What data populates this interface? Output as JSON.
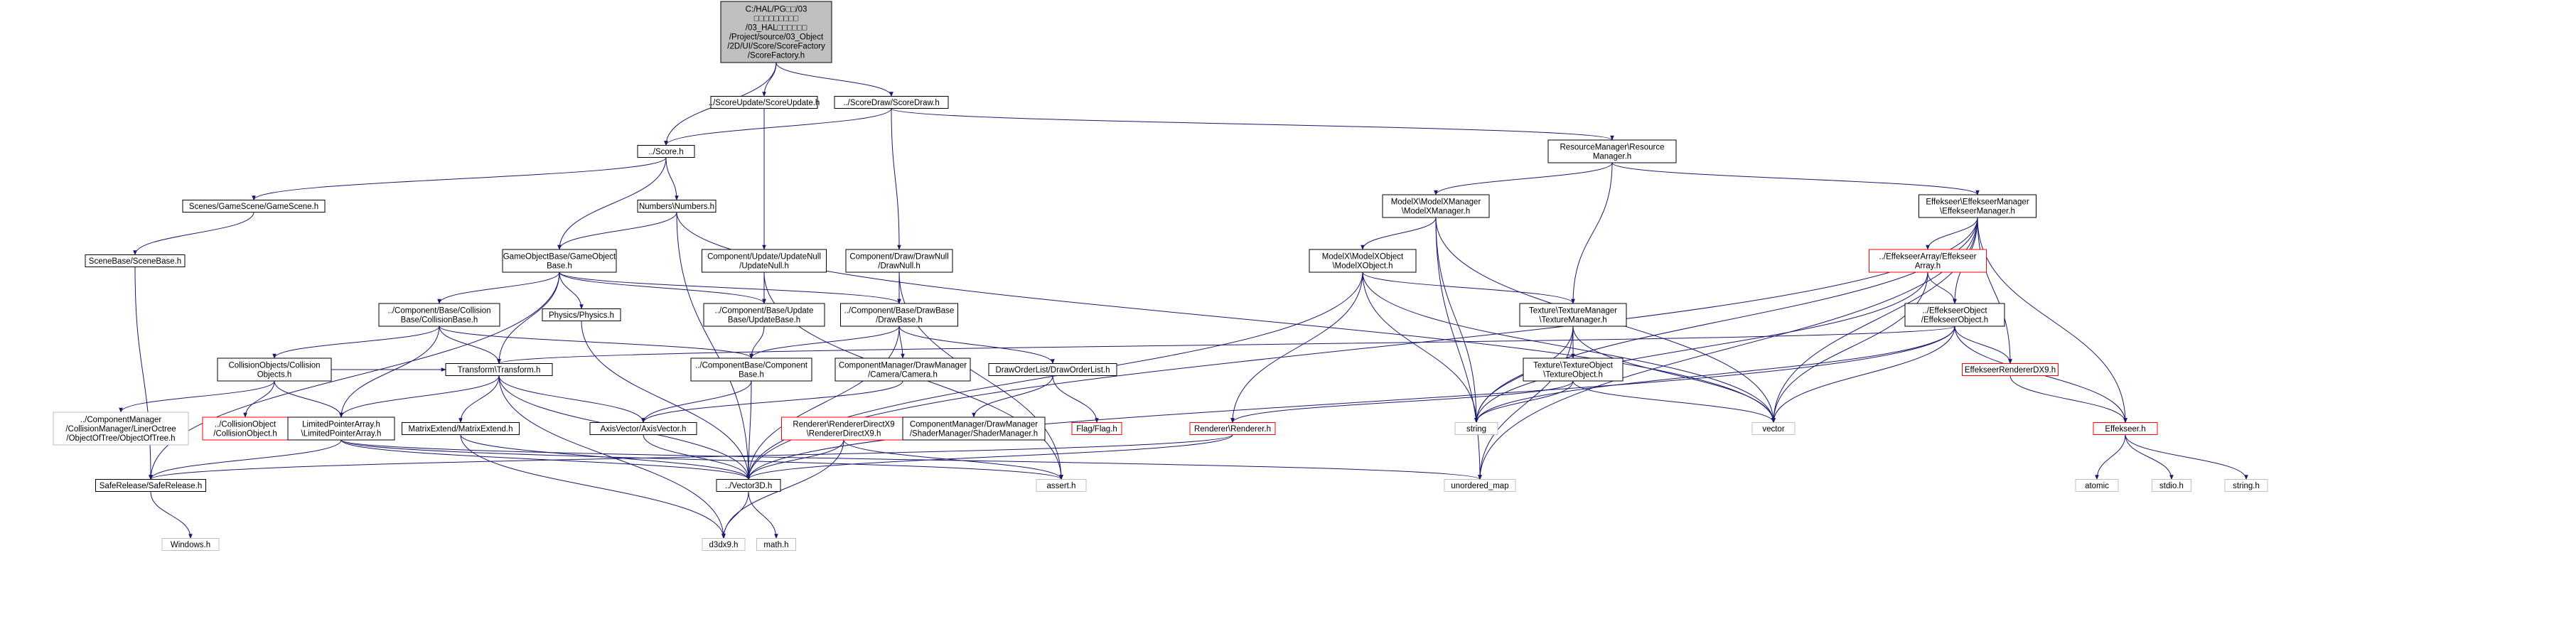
{
  "colors": {
    "edge": "#191970",
    "root_fill": "#bfbfbf",
    "normal_border": "#000000",
    "missing_border": "#ff0000",
    "external_border": "#bfbfbf"
  },
  "nodes": [
    {
      "id": "root",
      "kind": "root",
      "lines": [
        "C:/HAL/PG□□/03",
        "□□□□□□□□□",
        "/03_HAL□□□□□□",
        "/Project/source/03_Object",
        "/2D/UI/Score/ScoreFactory",
        "/ScoreFactory.h"
      ]
    },
    {
      "id": "scoreupdate",
      "kind": "normal",
      "lines": [
        "../ScoreUpdate/ScoreUpdate.h"
      ]
    },
    {
      "id": "scoredraw",
      "kind": "normal",
      "lines": [
        "../ScoreDraw/ScoreDraw.h"
      ]
    },
    {
      "id": "score",
      "kind": "normal",
      "lines": [
        "../Score.h"
      ]
    },
    {
      "id": "resmgr",
      "kind": "normal",
      "lines": [
        "ResourceManager\\Resource",
        "Manager.h"
      ]
    },
    {
      "id": "gamescene",
      "kind": "normal",
      "lines": [
        "Scenes/GameScene/GameScene.h"
      ]
    },
    {
      "id": "numbers",
      "kind": "normal",
      "lines": [
        "Numbers\\Numbers.h"
      ]
    },
    {
      "id": "modelxmgr",
      "kind": "normal",
      "lines": [
        "ModelX\\ModelXManager",
        "\\ModelXManager.h"
      ]
    },
    {
      "id": "effmgr",
      "kind": "normal",
      "lines": [
        "Effekseer\\EffekseerManager",
        "\\EffekseerManager.h"
      ]
    },
    {
      "id": "scenebase",
      "kind": "normal",
      "lines": [
        "SceneBase/SceneBase.h"
      ]
    },
    {
      "id": "gobase",
      "kind": "normal",
      "lines": [
        "GameObjectBase/GameObject",
        "Base.h"
      ]
    },
    {
      "id": "updatenull",
      "kind": "normal",
      "lines": [
        "Component/Update/UpdateNull",
        "/UpdateNull.h"
      ]
    },
    {
      "id": "drawnull",
      "kind": "normal",
      "lines": [
        "Component/Draw/DrawNull",
        "/DrawNull.h"
      ]
    },
    {
      "id": "modelxobj",
      "kind": "normal",
      "lines": [
        "ModelX\\ModelXObject",
        "\\ModelXObject.h"
      ]
    },
    {
      "id": "effarray",
      "kind": "missing",
      "lines": [
        "../EffekseerArray/Effekseer",
        "Array.h"
      ]
    },
    {
      "id": "collbase",
      "kind": "normal",
      "lines": [
        "../Component/Base/Collision",
        "Base/CollisionBase.h"
      ]
    },
    {
      "id": "physics",
      "kind": "normal",
      "lines": [
        "Physics/Physics.h"
      ]
    },
    {
      "id": "updatebase",
      "kind": "normal",
      "lines": [
        "../Component/Base/Update",
        "Base/UpdateBase.h"
      ]
    },
    {
      "id": "drawbase",
      "kind": "normal",
      "lines": [
        "../Component/Base/DrawBase",
        "/DrawBase.h"
      ]
    },
    {
      "id": "texmgr",
      "kind": "normal",
      "lines": [
        "Texture\\TextureManager",
        "\\TextureManager.h"
      ]
    },
    {
      "id": "effobj",
      "kind": "normal",
      "lines": [
        "../EffekseerObject",
        "/EffekseerObject.h"
      ]
    },
    {
      "id": "collobjs",
      "kind": "normal",
      "lines": [
        "CollisionObjects/Collision",
        "Objects.h"
      ]
    },
    {
      "id": "transform",
      "kind": "normal",
      "lines": [
        "Transform\\Transform.h"
      ]
    },
    {
      "id": "compbase",
      "kind": "normal",
      "lines": [
        "../ComponentBase/Component",
        "Base.h"
      ]
    },
    {
      "id": "camera",
      "kind": "normal",
      "lines": [
        "ComponentManager/DrawManager",
        "/Camera/Camera.h"
      ]
    },
    {
      "id": "drawlist",
      "kind": "normal",
      "lines": [
        "DrawOrderList/DrawOrderList.h"
      ]
    },
    {
      "id": "texobj",
      "kind": "normal",
      "lines": [
        "Texture\\TextureObject",
        "\\TextureObject.h"
      ]
    },
    {
      "id": "effrend",
      "kind": "missing",
      "lines": [
        "EffekseerRendererDX9.h"
      ]
    },
    {
      "id": "liner",
      "kind": "external",
      "lines": [
        "../ComponentManager",
        "/CollisionManager/LinerOctree",
        "/ObjectOfTree/ObjectOfTree.h"
      ]
    },
    {
      "id": "collobj",
      "kind": "missing",
      "lines": [
        "../CollisionObject",
        "/CollisionObject.h"
      ]
    },
    {
      "id": "lptr",
      "kind": "normal",
      "lines": [
        "LimitedPointerArray.h",
        "\\LimitedPointerArray.h"
      ]
    },
    {
      "id": "matext",
      "kind": "normal",
      "lines": [
        "MatrixExtend/MatrixExtend.h"
      ]
    },
    {
      "id": "axis",
      "kind": "normal",
      "lines": [
        "AxisVector/AxisVector.h"
      ]
    },
    {
      "id": "renddx9",
      "kind": "missing",
      "lines": [
        "Renderer\\RendererDirectX9",
        "\\RendererDirectX9.h"
      ]
    },
    {
      "id": "flag",
      "kind": "missing",
      "lines": [
        "Flag/Flag.h"
      ]
    },
    {
      "id": "shader",
      "kind": "normal",
      "lines": [
        "ComponentManager/DrawManager",
        "/ShaderManager/ShaderManager.h"
      ]
    },
    {
      "id": "renderer",
      "kind": "missing",
      "lines": [
        "Renderer\\Renderer.h"
      ]
    },
    {
      "id": "string",
      "kind": "external",
      "lines": [
        "string"
      ]
    },
    {
      "id": "vector",
      "kind": "external",
      "lines": [
        "vector"
      ]
    },
    {
      "id": "effh",
      "kind": "missing",
      "lines": [
        "Effekseer.h"
      ]
    },
    {
      "id": "saferel",
      "kind": "normal",
      "lines": [
        "SafeRelease/SafeRelease.h"
      ]
    },
    {
      "id": "vector3d",
      "kind": "normal",
      "lines": [
        "../Vector3D.h"
      ]
    },
    {
      "id": "assert",
      "kind": "external",
      "lines": [
        "assert.h"
      ]
    },
    {
      "id": "umap",
      "kind": "external",
      "lines": [
        "unordered_map"
      ]
    },
    {
      "id": "atomic",
      "kind": "external",
      "lines": [
        "atomic"
      ]
    },
    {
      "id": "stdio",
      "kind": "external",
      "lines": [
        "stdio.h"
      ]
    },
    {
      "id": "stringh",
      "kind": "external",
      "lines": [
        "string.h"
      ]
    },
    {
      "id": "windows",
      "kind": "external",
      "lines": [
        "Windows.h"
      ]
    },
    {
      "id": "d3dx9",
      "kind": "external",
      "lines": [
        "d3dx9.h"
      ]
    },
    {
      "id": "math",
      "kind": "external",
      "lines": [
        "math.h"
      ]
    }
  ],
  "edges": [
    [
      "root",
      "score"
    ],
    [
      "root",
      "scoreupdate"
    ],
    [
      "root",
      "scoredraw"
    ],
    [
      "scoreupdate",
      "updatenull"
    ],
    [
      "scoredraw",
      "score"
    ],
    [
      "scoredraw",
      "drawnull"
    ],
    [
      "scoredraw",
      "resmgr"
    ],
    [
      "score",
      "gamescene"
    ],
    [
      "score",
      "numbers"
    ],
    [
      "score",
      "gobase"
    ],
    [
      "gamescene",
      "scenebase"
    ],
    [
      "scenebase",
      "saferel"
    ],
    [
      "numbers",
      "gobase"
    ],
    [
      "numbers",
      "vector3d"
    ],
    [
      "numbers",
      "vector"
    ],
    [
      "resmgr",
      "modelxmgr"
    ],
    [
      "resmgr",
      "texmgr"
    ],
    [
      "resmgr",
      "effmgr"
    ],
    [
      "modelxmgr",
      "modelxobj"
    ],
    [
      "modelxmgr",
      "string"
    ],
    [
      "modelxmgr",
      "umap"
    ],
    [
      "modelxmgr",
      "vector"
    ],
    [
      "modelxobj",
      "renderer"
    ],
    [
      "modelxobj",
      "texmgr"
    ],
    [
      "modelxobj",
      "string"
    ],
    [
      "modelxobj",
      "vector"
    ],
    [
      "modelxobj",
      "vector3d"
    ],
    [
      "effmgr",
      "effarray"
    ],
    [
      "effmgr",
      "effobj"
    ],
    [
      "effmgr",
      "effrend"
    ],
    [
      "effmgr",
      "effh"
    ],
    [
      "effmgr",
      "string"
    ],
    [
      "effmgr",
      "vector"
    ],
    [
      "effmgr",
      "umap"
    ],
    [
      "effmgr",
      "vector3d"
    ],
    [
      "effarray",
      "effobj"
    ],
    [
      "effarray",
      "string"
    ],
    [
      "effarray",
      "vector"
    ],
    [
      "effobj",
      "transform"
    ],
    [
      "effobj",
      "effrend"
    ],
    [
      "effobj",
      "effh"
    ],
    [
      "effobj",
      "string"
    ],
    [
      "effobj",
      "vector"
    ],
    [
      "effobj",
      "vector3d"
    ],
    [
      "effrend",
      "effh"
    ],
    [
      "effh",
      "atomic"
    ],
    [
      "effh",
      "stdio"
    ],
    [
      "effh",
      "stringh"
    ],
    [
      "texmgr",
      "texobj"
    ],
    [
      "texmgr",
      "string"
    ],
    [
      "texmgr",
      "umap"
    ],
    [
      "texmgr",
      "vector"
    ],
    [
      "texobj",
      "renderer"
    ],
    [
      "texobj",
      "string"
    ],
    [
      "texobj",
      "vector"
    ],
    [
      "renderer",
      "vector3d"
    ],
    [
      "renderer",
      "saferel"
    ],
    [
      "gobase",
      "collbase"
    ],
    [
      "gobase",
      "physics"
    ],
    [
      "gobase",
      "updatebase"
    ],
    [
      "gobase",
      "drawbase"
    ],
    [
      "gobase",
      "transform"
    ],
    [
      "gobase",
      "saferel"
    ],
    [
      "updatenull",
      "updatebase"
    ],
    [
      "updatenull",
      "assert"
    ],
    [
      "drawnull",
      "drawbase"
    ],
    [
      "drawnull",
      "assert"
    ],
    [
      "collbase",
      "collobjs"
    ],
    [
      "collbase",
      "transform"
    ],
    [
      "collbase",
      "compbase"
    ],
    [
      "collbase",
      "lptr"
    ],
    [
      "physics",
      "vector3d"
    ],
    [
      "updatebase",
      "compbase"
    ],
    [
      "drawbase",
      "compbase"
    ],
    [
      "drawbase",
      "camera"
    ],
    [
      "drawbase",
      "drawlist"
    ],
    [
      "drawbase",
      "vector3d"
    ],
    [
      "collobjs",
      "liner"
    ],
    [
      "collobjs",
      "collobj"
    ],
    [
      "collobjs",
      "lptr"
    ],
    [
      "collobjs",
      "transform"
    ],
    [
      "transform",
      "lptr"
    ],
    [
      "transform",
      "matext"
    ],
    [
      "transform",
      "axis"
    ],
    [
      "transform",
      "vector3d"
    ],
    [
      "transform",
      "d3dx9"
    ],
    [
      "compbase",
      "axis"
    ],
    [
      "compbase",
      "vector3d"
    ],
    [
      "camera",
      "axis"
    ],
    [
      "drawlist",
      "shader"
    ],
    [
      "drawlist",
      "flag"
    ],
    [
      "lptr",
      "saferel"
    ],
    [
      "lptr",
      "vector3d"
    ],
    [
      "lptr",
      "assert"
    ],
    [
      "lptr",
      "umap"
    ],
    [
      "matext",
      "vector3d"
    ],
    [
      "matext",
      "d3dx9"
    ],
    [
      "axis",
      "vector3d"
    ],
    [
      "renddx9",
      "vector3d"
    ],
    [
      "renddx9",
      "d3dx9"
    ],
    [
      "renddx9",
      "assert"
    ],
    [
      "saferel",
      "windows"
    ],
    [
      "vector3d",
      "d3dx9"
    ],
    [
      "vector3d",
      "math"
    ]
  ]
}
